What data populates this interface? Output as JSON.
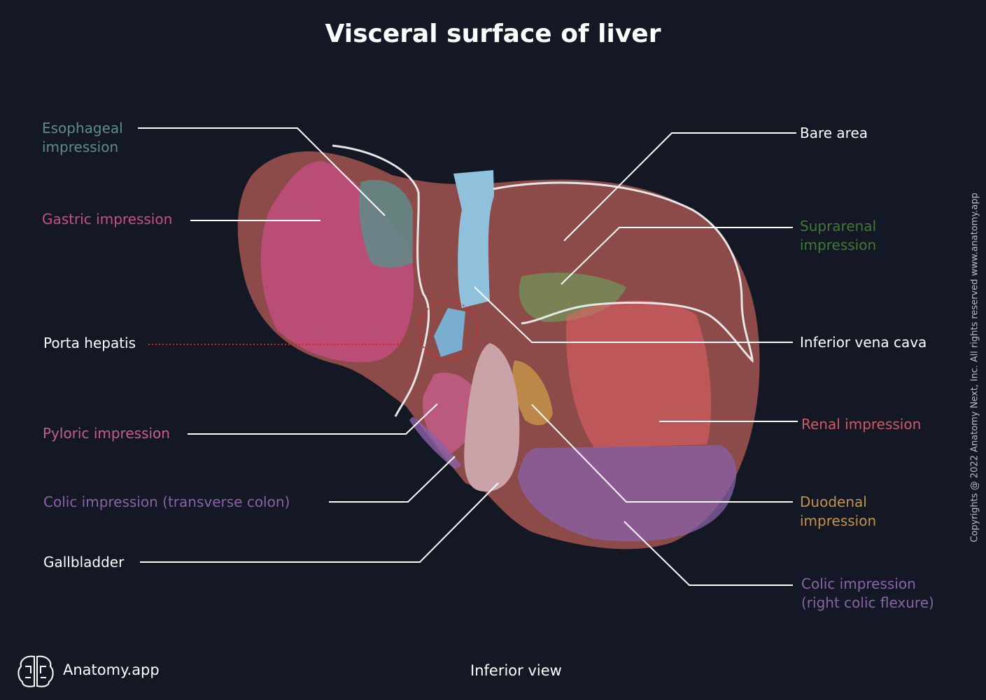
{
  "title": "Visceral surface of liver",
  "view": "Inferior view",
  "brand": {
    "name": "Anatomy.app",
    "icon": "brain-logo-icon"
  },
  "copyright": "Copyrights @ 2022 Anatomy Next, Inc. All rights reserved www.anatomy.app",
  "labels": {
    "esophageal": {
      "text": "Esophageal\nimpression",
      "color": "#5f8c8a"
    },
    "gastric": {
      "text": "Gastric impression",
      "color": "#c94f84"
    },
    "porta": {
      "text": "Porta hepatis",
      "color": "#ffffff"
    },
    "pyloric": {
      "text": "Pyloric impression",
      "color": "#c85c8c"
    },
    "colic_transverse": {
      "text": "Colic impression (transverse colon)",
      "color": "#8a62a8"
    },
    "gallbladder": {
      "text": "Gallbladder",
      "color": "#ffffff"
    },
    "bare_area": {
      "text": "Bare area",
      "color": "#ffffff"
    },
    "suprarenal": {
      "text": "Suprarenal\nimpression",
      "color": "#3f7a34"
    },
    "ivc": {
      "text": "Inferior vena cava",
      "color": "#ffffff"
    },
    "renal": {
      "text": "Renal impression",
      "color": "#cf5a63"
    },
    "duodenal": {
      "text": "Duodenal\nimpression",
      "color": "#c4934a"
    },
    "colic_right": {
      "text": "Colic impression\n(right colic flexure)",
      "color": "#8a62a8"
    }
  }
}
